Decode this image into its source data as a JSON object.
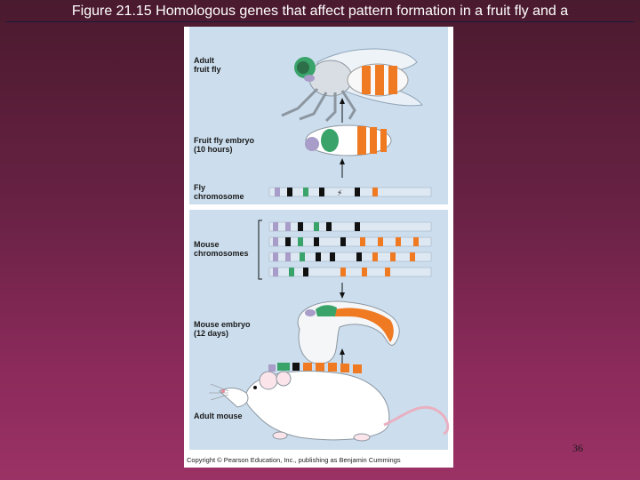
{
  "slide": {
    "title": "Figure 21.15  Homologous genes that affect pattern formation in a fruit fly and a",
    "page_number": "36"
  },
  "figure": {
    "labels": {
      "adult_fly": "Adult\nfruit fly",
      "fly_embryo": "Fruit fly embryo\n(10 hours)",
      "fly_chromosome": "Fly\nchromosome",
      "mouse_chromosomes": "Mouse\nchromosomes",
      "mouse_embryo": "Mouse embryo\n(12 days)",
      "adult_mouse": "Adult mouse"
    },
    "copyright": "Copyright © Pearson Education, Inc., publishing as Benjamin Cummings"
  },
  "colors": {
    "background_top": "#4a1a2e",
    "background_bottom": "#9b3265",
    "panel": "#ccdeee",
    "gene_lavender": "#a89cc8",
    "gene_black": "#111111",
    "gene_green": "#3aa36a",
    "gene_orange": "#f07a22"
  }
}
